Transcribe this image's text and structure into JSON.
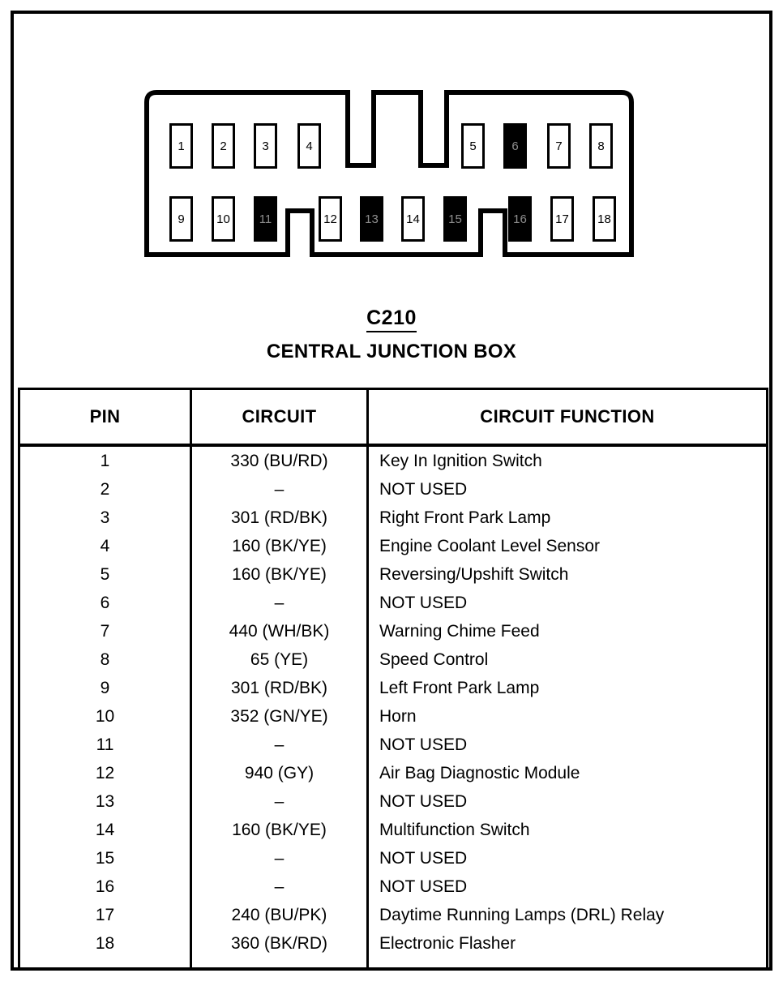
{
  "diagram": {
    "connector_label": "C210",
    "connector_title": "CENTRAL JUNCTION BOX",
    "pins_top": [
      {
        "number": "1",
        "filled": false
      },
      {
        "number": "2",
        "filled": false
      },
      {
        "number": "3",
        "filled": false
      },
      {
        "number": "4",
        "filled": false
      },
      {
        "number": "5",
        "filled": false
      },
      {
        "number": "6",
        "filled": true
      },
      {
        "number": "7",
        "filled": false
      },
      {
        "number": "8",
        "filled": false
      }
    ],
    "pins_bottom": [
      {
        "number": "9",
        "filled": false
      },
      {
        "number": "10",
        "filled": false
      },
      {
        "number": "11",
        "filled": true
      },
      {
        "number": "12",
        "filled": false
      },
      {
        "number": "13",
        "filled": true
      },
      {
        "number": "14",
        "filled": false
      },
      {
        "number": "15",
        "filled": true
      },
      {
        "number": "16",
        "filled": true
      },
      {
        "number": "17",
        "filled": false
      },
      {
        "number": "18",
        "filled": false
      }
    ]
  },
  "table": {
    "headers": {
      "pin": "PIN",
      "circuit": "CIRCUIT",
      "function": "CIRCUIT FUNCTION"
    },
    "rows": [
      {
        "pin": "1",
        "circuit": "330 (BU/RD)",
        "function": "Key In Ignition Switch"
      },
      {
        "pin": "2",
        "circuit": "–",
        "function": "NOT USED"
      },
      {
        "pin": "3",
        "circuit": "301 (RD/BK)",
        "function": "Right Front Park Lamp"
      },
      {
        "pin": "4",
        "circuit": "160 (BK/YE)",
        "function": "Engine Coolant Level Sensor"
      },
      {
        "pin": "5",
        "circuit": "160 (BK/YE)",
        "function": "Reversing/Upshift Switch"
      },
      {
        "pin": "6",
        "circuit": "–",
        "function": "NOT USED"
      },
      {
        "pin": "7",
        "circuit": "440 (WH/BK)",
        "function": "Warning Chime Feed"
      },
      {
        "pin": "8",
        "circuit": "65 (YE)",
        "function": "Speed Control"
      },
      {
        "pin": "9",
        "circuit": "301 (RD/BK)",
        "function": "Left Front Park Lamp"
      },
      {
        "pin": "10",
        "circuit": "352 (GN/YE)",
        "function": "Horn"
      },
      {
        "pin": "11",
        "circuit": "–",
        "function": "NOT USED"
      },
      {
        "pin": "12",
        "circuit": "940 (GY)",
        "function": "Air Bag Diagnostic Module"
      },
      {
        "pin": "13",
        "circuit": "–",
        "function": "NOT USED"
      },
      {
        "pin": "14",
        "circuit": "160 (BK/YE)",
        "function": "Multifunction Switch"
      },
      {
        "pin": "15",
        "circuit": "–",
        "function": "NOT USED"
      },
      {
        "pin": "16",
        "circuit": "–",
        "function": "NOT USED"
      },
      {
        "pin": "17",
        "circuit": "240 (BU/PK)",
        "function": "Daytime Running Lamps (DRL) Relay"
      },
      {
        "pin": "18",
        "circuit": "360 (BK/RD)",
        "function": "Electronic Flasher"
      }
    ]
  },
  "colors": {
    "ink": "#000000",
    "paper": "#ffffff"
  }
}
